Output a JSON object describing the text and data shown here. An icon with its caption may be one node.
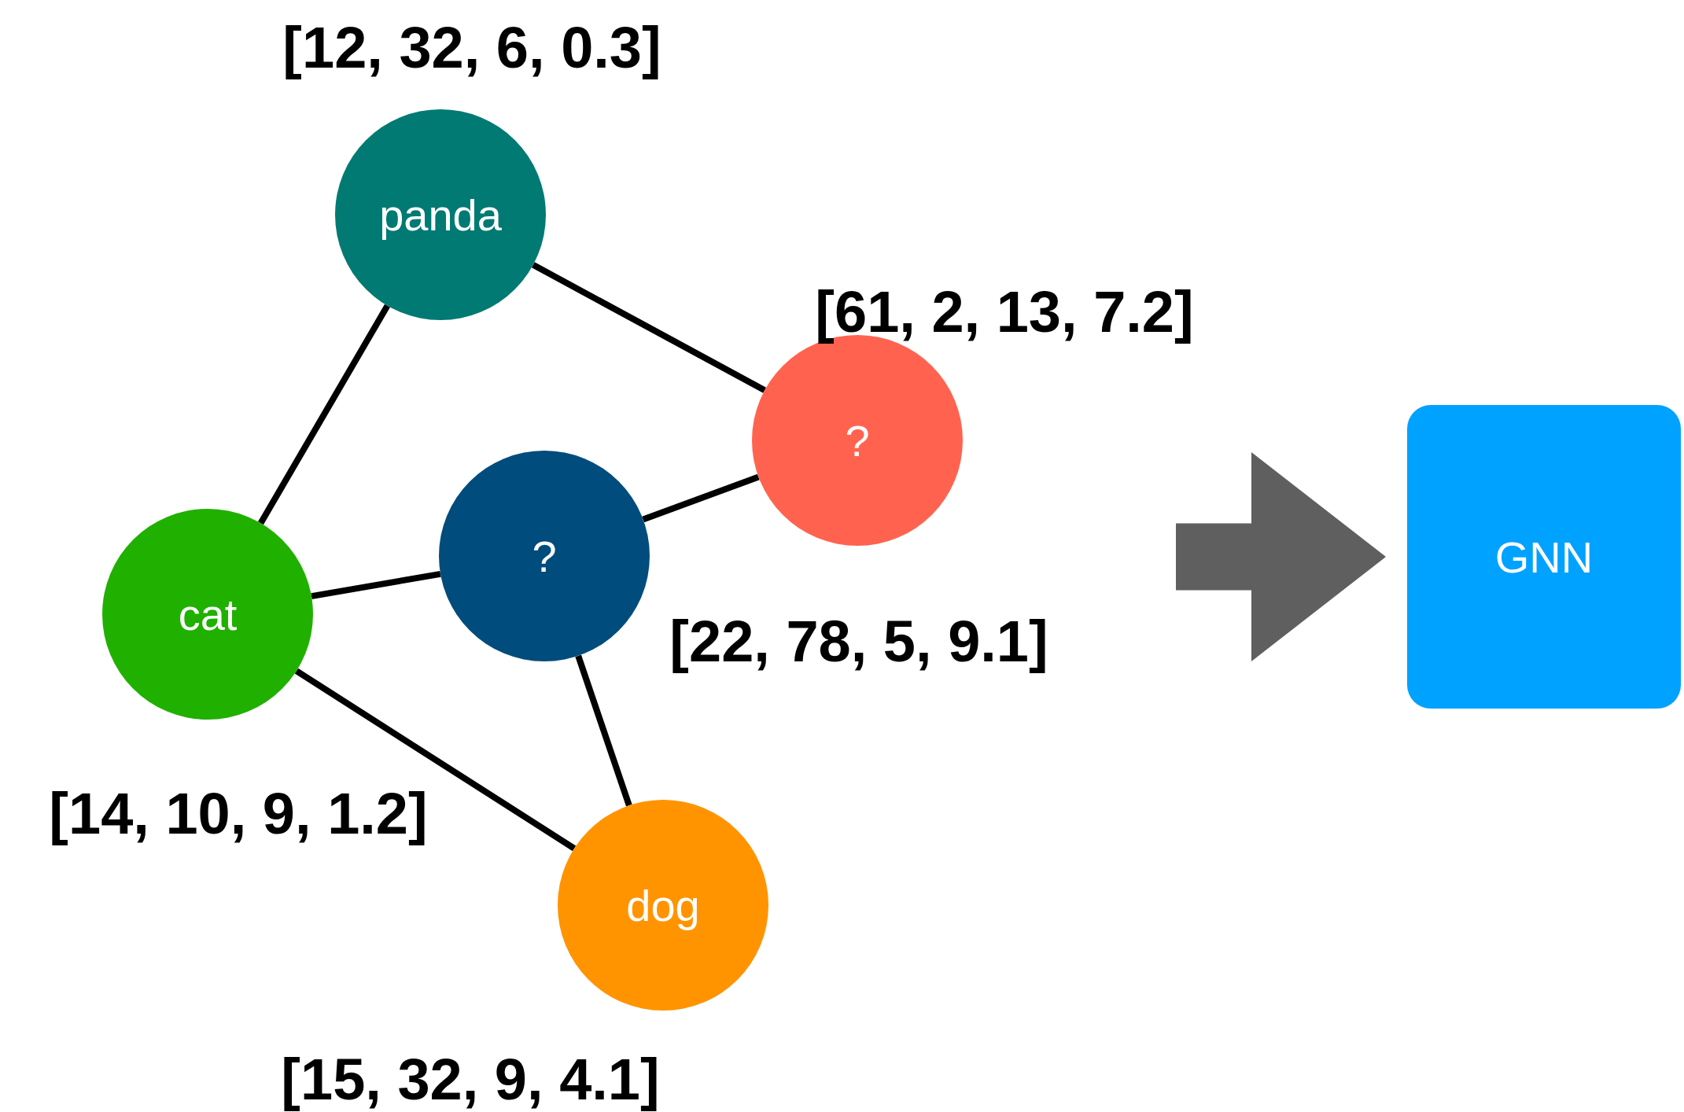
{
  "diagram": {
    "nodes": [
      {
        "text": [
          "panda"
        ],
        "beside": [
          "[12, 32, 6, 0.3]"
        ]
      },
      {
        "text": [
          "?"
        ],
        "beside": [
          "[61, 2, 13, 7.2]"
        ]
      },
      {
        "text": [
          "?"
        ],
        "beside": [
          "[22, 78, 5, 9.1]"
        ]
      },
      {
        "text": [
          "cat"
        ],
        "beside": [
          "[14, 10, 9, 1.2]"
        ]
      },
      {
        "text": [
          "dog"
        ],
        "beside": [
          "[15, 32, 9, 4.1]"
        ]
      },
      {
        "text": [
          "GNN"
        ]
      }
    ],
    "edges": [
      {
        "from": 0,
        "to": 3,
        "arrow": "none"
      },
      {
        "from": 0,
        "to": 1,
        "arrow": "none"
      },
      {
        "from": 1,
        "to": 2,
        "arrow": "none"
      },
      {
        "from": 2,
        "to": 3,
        "arrow": "none"
      },
      {
        "from": 2,
        "to": 4,
        "arrow": "none"
      },
      {
        "from": 3,
        "to": 4,
        "arrow": "none"
      },
      {
        "from": null,
        "to": 5,
        "arrow": "to",
        "style": "thick",
        "color": "#5f5f5f"
      }
    ]
  }
}
